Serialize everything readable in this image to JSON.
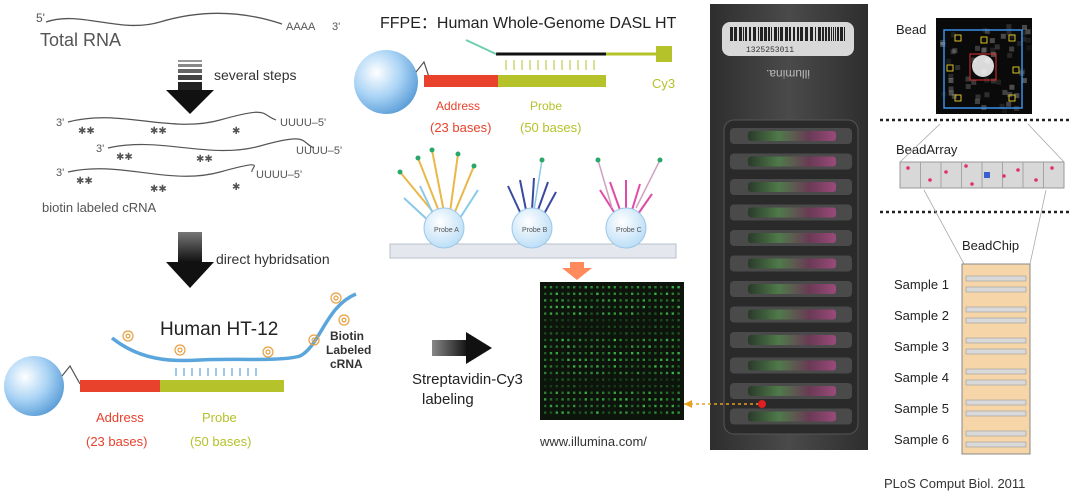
{
  "left_panel": {
    "rna_5prime": "5'",
    "rna_title": "Total RNA",
    "rna_polya": "AAAA",
    "rna_3prime": "3'",
    "step1": "several steps",
    "crna_3prime": "3'",
    "crna_uuuu": "UUUU–5'",
    "crna_label": "biotin labeled cRNA",
    "step2": "direct hybridsation",
    "ht12_title": "Human HT-12",
    "biotin_label": [
      "Biotin",
      "Labeled",
      "cRNA"
    ],
    "address_label": "Address",
    "address_bases": "(23 bases)",
    "probe_label": "Probe",
    "probe_bases": "(50 bases)"
  },
  "center_panel": {
    "dasl_title": "FFPE：Human Whole-Genome DASL HT",
    "cy3": "Cy3",
    "address_label": "Address",
    "address_bases": "(23 bases)",
    "probe_label": "Probe",
    "probe_bases": "(50 bases)",
    "beads": [
      "Probe A",
      "Probe B",
      "Probe C"
    ],
    "streptavidin": [
      "Streptavidin-Cy3",
      "labeling"
    ],
    "url": "www.illumina.com/"
  },
  "chip_panel": {
    "barcode_number": "1325253011",
    "brand_mirrored": "illumina."
  },
  "right_panel": {
    "bead": "Bead",
    "beadarray": "BeadArray",
    "beadchip": "BeadChip",
    "samples": [
      "Sample 1",
      "Sample 2",
      "Sample 3",
      "Sample 4",
      "Sample 5",
      "Sample 6"
    ],
    "citation": "PLoS Comput Biol. 2011"
  },
  "colors": {
    "address": "#e8412c",
    "probe": "#b5c22a",
    "bead": "#9ccaf0",
    "arrow": "#333333",
    "chip": "#3c3c3c",
    "sample_fill": "#f6d6a8",
    "highlight": "#ff8a5c"
  }
}
